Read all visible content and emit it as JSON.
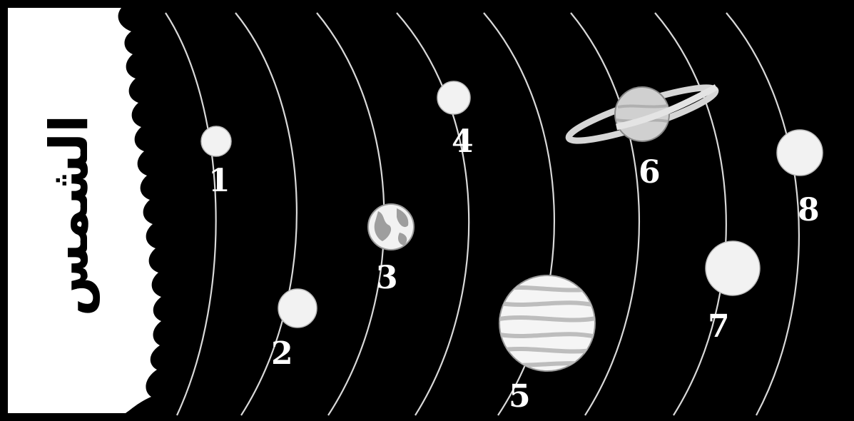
{
  "diagram": {
    "sun_label": "الشمس",
    "planets": [
      {
        "label": "1",
        "icon": "small-planet-icon"
      },
      {
        "label": "2",
        "icon": "small-planet-icon"
      },
      {
        "label": "3",
        "icon": "earth-planet-icon"
      },
      {
        "label": "4",
        "icon": "small-planet-icon"
      },
      {
        "label": "5",
        "icon": "gas-giant-banded-icon"
      },
      {
        "label": "6",
        "icon": "ringed-planet-icon"
      },
      {
        "label": "7",
        "icon": "ice-giant-icon"
      },
      {
        "label": "8",
        "icon": "ice-giant-icon"
      }
    ],
    "colors": {
      "space": "#000000",
      "sun": "#ffffff",
      "orbit": "#d9d9d9",
      "planet": "#f2f2f2",
      "band": "#bdbdbd",
      "label": "#ffffff"
    }
  }
}
